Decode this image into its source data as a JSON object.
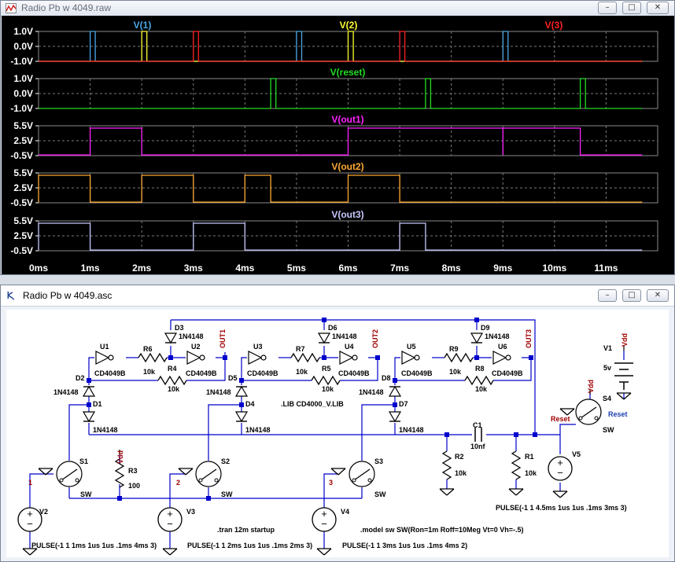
{
  "waveform_window": {
    "title": "Radio Pb w 4049.raw",
    "buttons": {
      "minimize": "–",
      "maximize": "□",
      "close": "✕"
    }
  },
  "schematic_window": {
    "title": "Radio Pb w 4049.asc",
    "buttons": {
      "minimize": "–",
      "maximize": "□",
      "close": "✕"
    }
  },
  "chart_data": [
    {
      "type": "line",
      "title": "V(1)",
      "series": [
        {
          "name": "V(1)",
          "color": "#4aa8e8",
          "pulses": [
            1,
            5,
            9
          ]
        }
      ],
      "yticks": [
        "1.0V",
        "0.0V",
        "-1.0V"
      ],
      "ylim": [
        -1,
        1
      ]
    },
    {
      "type": "line",
      "title": "V(2)",
      "series": [
        {
          "name": "V(2)",
          "color": "#ffff33",
          "pulses": [
            2,
            6
          ]
        }
      ],
      "yticks": [],
      "ylim": [
        -1,
        1
      ]
    },
    {
      "type": "line",
      "title": "V(3)",
      "series": [
        {
          "name": "V(3)",
          "color": "#ff2020",
          "pulses": [
            3,
            7
          ]
        }
      ],
      "yticks": [],
      "ylim": [
        -1,
        1
      ]
    },
    {
      "type": "line",
      "title": "V(reset)",
      "series": [
        {
          "name": "V(reset)",
          "color": "#22dd22",
          "pulses": [
            4.5,
            7.5,
            10.5
          ]
        }
      ],
      "yticks": [
        "1.0V",
        "0.0V",
        "-1.0V"
      ],
      "ylim": [
        -1,
        1
      ]
    },
    {
      "type": "line",
      "title": "V(out1)",
      "series": [
        {
          "name": "V(out1)",
          "color": "#ff22ff",
          "high": [
            [
              1,
              2
            ],
            [
              6,
              9
            ],
            [
              9,
              10.5
            ]
          ]
        }
      ],
      "yticks": [
        "5.5V",
        "2.5V",
        "-0.5V"
      ],
      "ylim": [
        -0.5,
        5.5
      ]
    },
    {
      "type": "line",
      "title": "V(out2)",
      "series": [
        {
          "name": "V(out2)",
          "color": "#ffaa33",
          "high": [
            [
              0,
              1
            ],
            [
              2,
              3
            ],
            [
              4,
              4.5
            ],
            [
              6,
              7
            ]
          ]
        }
      ],
      "yticks": [
        "5.5V",
        "2.5V",
        "-0.5V"
      ],
      "ylim": [
        -0.5,
        5.5
      ]
    },
    {
      "type": "line",
      "title": "V(out3)",
      "series": [
        {
          "name": "V(out3)",
          "color": "#c8c8ff",
          "high": [
            [
              0,
              1
            ],
            [
              3,
              4
            ],
            [
              7,
              7.5
            ]
          ]
        }
      ],
      "yticks": [
        "5.5V",
        "2.5V",
        "-0.5V"
      ],
      "ylim": [
        -0.5,
        5.5
      ]
    },
    {
      "type": "axis",
      "xticks": [
        "0ms",
        "1ms",
        "2ms",
        "3ms",
        "4ms",
        "5ms",
        "6ms",
        "7ms",
        "8ms",
        "9ms",
        "10ms",
        "11ms"
      ],
      "xlim": [
        0,
        12
      ]
    }
  ],
  "schematic": {
    "parts": {
      "u1": "U1",
      "u2": "U2",
      "u3": "U3",
      "u4": "U4",
      "u5": "U5",
      "u6": "U6",
      "inv": "CD4049B",
      "r6": "R6",
      "r7": "R7",
      "r9": "R9",
      "r4": "R4",
      "r5": "R5",
      "r8": "R8",
      "r10k": "10k",
      "d1": "D1",
      "d2": "D2",
      "d3": "D3",
      "d4": "D4",
      "d5": "D5",
      "d6": "D6",
      "d7": "D7",
      "d8": "D8",
      "d9": "D9",
      "diode": "1N4148",
      "out1": "OUT1",
      "out2": "OUT2",
      "out3": "OUT3",
      "s1": "S1",
      "s2": "S2",
      "s3": "S3",
      "s4": "S4",
      "sw": "SW",
      "r1": "R1",
      "r2": "R2",
      "r3": "R3",
      "r3val": "100",
      "c1": "C1",
      "c1val": "10nf",
      "v1": "V1",
      "v1val": "5v",
      "v2": "V2",
      "v3": "V3",
      "v4": "V4",
      "v5": "V5",
      "vdd": "Vdd",
      "reset": "Reset",
      "n1": "1",
      "n2": "2",
      "n3": "3"
    },
    "directives": {
      "lib": ".LIB CD4000_V.LIB",
      "tran": ".tran 12m startup",
      "model": ".model sw SW(Ron=1m Roff=10Meg Vt=0 Vh=-.5)",
      "pulse_v2": "PULSE(-1 1 1ms 1us 1us .1ms 4ms 3)",
      "pulse_v3": "PULSE(-1 1 2ms 1us 1us .1ms 2ms 3)",
      "pulse_v4": "PULSE(-1 1 3ms 1us 1us .1ms 4ms 2)",
      "pulse_v5": "PULSE(-1 1 4.5ms 1us 1us .1ms 3ms 3)"
    }
  }
}
